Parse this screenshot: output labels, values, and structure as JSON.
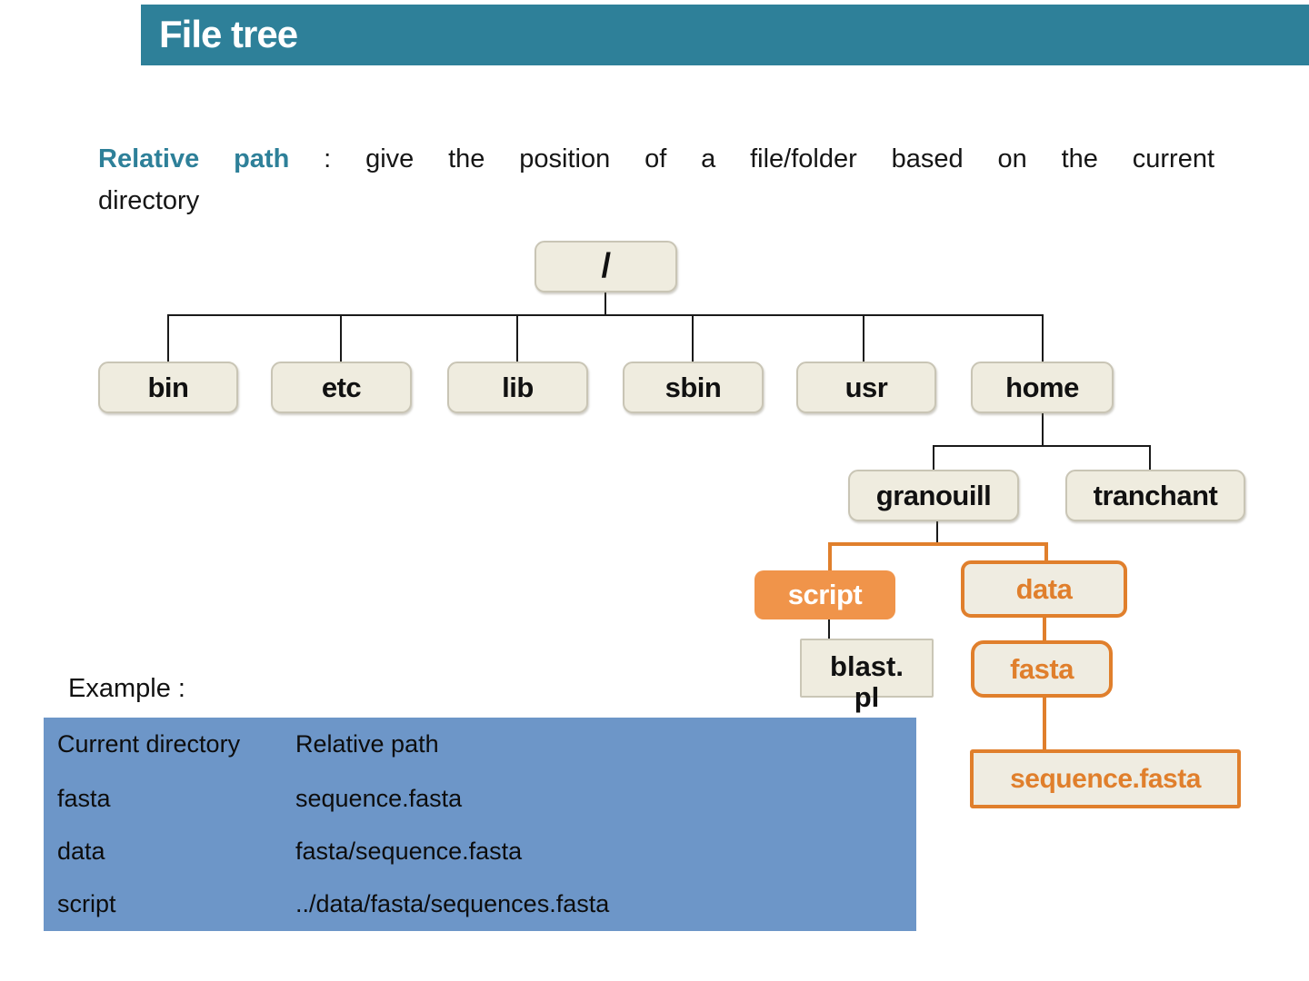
{
  "header": {
    "title": "File tree"
  },
  "intro": {
    "term": "Relative path",
    "colon": ":",
    "definition_line1": "give the position of a file/folder based on the current",
    "definition_line2": "directory"
  },
  "tree": {
    "root": "/",
    "bin": "bin",
    "etc": "etc",
    "lib": "lib",
    "sbin": "sbin",
    "usr": "usr",
    "home": "home",
    "granouill": "granouill",
    "tranchant": "tranchant",
    "script": "script",
    "data": "data",
    "blast_line1": "blast.",
    "blast_line2": "pl",
    "fasta": "fasta",
    "sequence": "sequence.fasta"
  },
  "example": {
    "label": "Example :"
  },
  "table": {
    "header": [
      "Current directory",
      "Relative path"
    ],
    "rows": [
      [
        "fasta",
        "sequence.fasta"
      ],
      [
        "data",
        "fasta/sequence.fasta"
      ],
      [
        "script",
        "../data/fasta/sequences.fasta"
      ]
    ]
  },
  "colors": {
    "header_teal": "#2e8099",
    "term_teal": "#2e8099",
    "node_fill": "#efecdf",
    "node_border": "#c9c5b5",
    "orange": "#e07f2c",
    "script_fill": "#f0944a",
    "table_blue": "#6d96c8"
  }
}
